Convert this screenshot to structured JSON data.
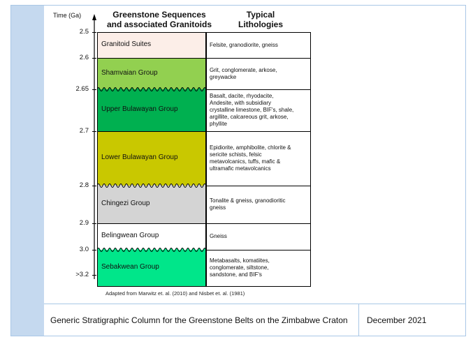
{
  "figure": {
    "time_header": "Time (Ga)",
    "column_header_sequences": [
      "Greenstone Sequences",
      "and associated Granitoids"
    ],
    "column_header_lithologies": [
      "Typical",
      "Lithologies"
    ],
    "ticks": [
      "2.5",
      "2.6",
      "2.65",
      "2.7",
      "2.8",
      "2.9",
      "3.0",
      ">3.2"
    ],
    "units": [
      {
        "name": "Granitoid Suites",
        "lithology": [
          "Felsite, granodiorite, gneiss"
        ],
        "color": "#fceee8"
      },
      {
        "name": "Shamvaian Group",
        "lithology": [
          "Grit, conglomerate, arkose,",
          "greywacke"
        ],
        "color": "#92d050"
      },
      {
        "name": "Upper Bulawayan Group",
        "lithology": [
          "Basalt, dacite, rhyodacite,",
          "Andesite, with subsidiary",
          "crystalline limestone, BIF's, shale,",
          "argillite, calcareous grit, arkose,",
          "phyllite"
        ],
        "color": "#00b050"
      },
      {
        "name": "Lower Bulawayan Group",
        "lithology": [
          "Epidiorite, amphibolite, chlorite &",
          "sericite schists, felsic",
          "metavolcanics, tuffs, mafic &",
          "ultramafic metavolcanics"
        ],
        "color": "#c9c800"
      },
      {
        "name": "Chingezi Group",
        "lithology": [
          "Tonalite & gneiss, granodioritic",
          "gneiss"
        ],
        "color": "#d4d4d4"
      },
      {
        "name": "Belingwean Group",
        "lithology": [
          "Gneiss"
        ],
        "color": "#ffffff"
      },
      {
        "name": "Sebakwean Group",
        "lithology": [
          "Metabasalts, komatiites,",
          "conglomerate, siltstone,",
          "sandstone, and BIF's"
        ],
        "color": "#00e68a"
      }
    ],
    "source_note": "Adapted from Marwitz et. al. (2010) and Nisbet et. al. (1981)"
  },
  "caption": {
    "title": "Generic Stratigraphic Column for the Greenstone Belts on the Zimbabwe Craton",
    "date": "December 2021"
  }
}
